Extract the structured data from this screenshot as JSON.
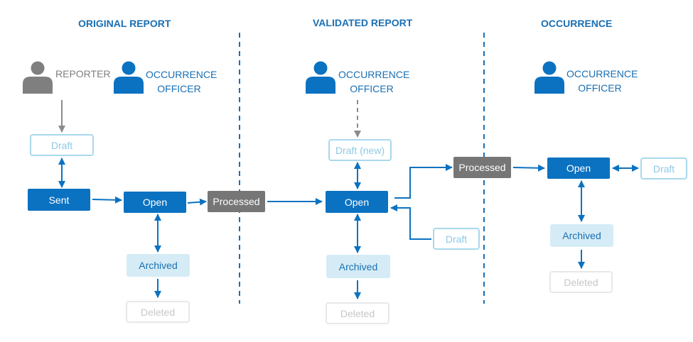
{
  "headers": {
    "original": "ORIGINAL REPORT",
    "validated": "VALIDATED REPORT",
    "occurrence": "OCCURRENCE"
  },
  "roles": {
    "reporter": "REPORTER",
    "officer_line1": "OCCURRENCE",
    "officer_line2": "OFFICER"
  },
  "states": {
    "draft": "Draft",
    "draft_new": "Draft (new)",
    "sent": "Sent",
    "open": "Open",
    "processed": "Processed",
    "archived": "Archived",
    "deleted": "Deleted"
  },
  "colors": {
    "primary_blue": "#0b72c1",
    "header_blue": "#1a6fb3",
    "processed_gray": "#767676",
    "archived_fill": "#d5ecf6",
    "draft_border": "#a9d8ee",
    "deleted_border": "#e8e8e8",
    "reporter_gray": "#7f7f7f"
  },
  "icons": {
    "reporter": "person-icon",
    "officer": "person-icon"
  }
}
